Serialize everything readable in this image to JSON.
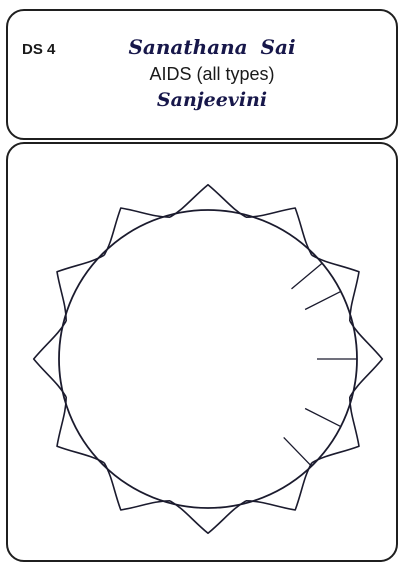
{
  "card": {
    "code": "DS 4",
    "series": "Sanathana Sai",
    "condition": "AIDS (all types)",
    "remedy": "Sanjeevini"
  },
  "drawing": {
    "icon": "lotus-circle-icon",
    "line_color": "#1b1b2e",
    "petal_count": 12,
    "radial_tick_count": 5
  }
}
